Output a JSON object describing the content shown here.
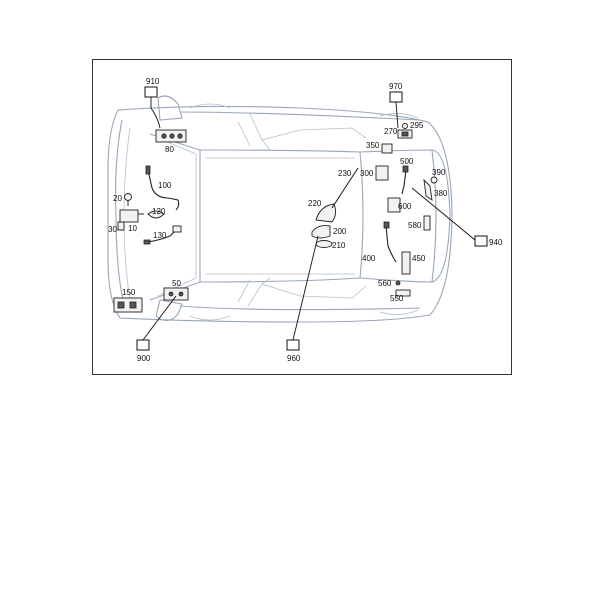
{
  "diagram": {
    "labels": {
      "c910": "910",
      "c970": "970",
      "c940": "940",
      "c900": "900",
      "c960": "960",
      "p80": "80",
      "p100": "100",
      "p20": "20",
      "p120": "120",
      "p30": "30",
      "p10": "10",
      "p130": "130",
      "p150": "150",
      "p50": "50",
      "p220": "220",
      "p230": "230",
      "p200": "200",
      "p210": "210",
      "p350": "350",
      "p270": "270",
      "p295": "295",
      "p300": "300",
      "p500": "500",
      "p390": "390",
      "p380": "380",
      "p600": "600",
      "p580": "580",
      "p400": "400",
      "p450": "450",
      "p560": "560",
      "p550": "550"
    }
  }
}
